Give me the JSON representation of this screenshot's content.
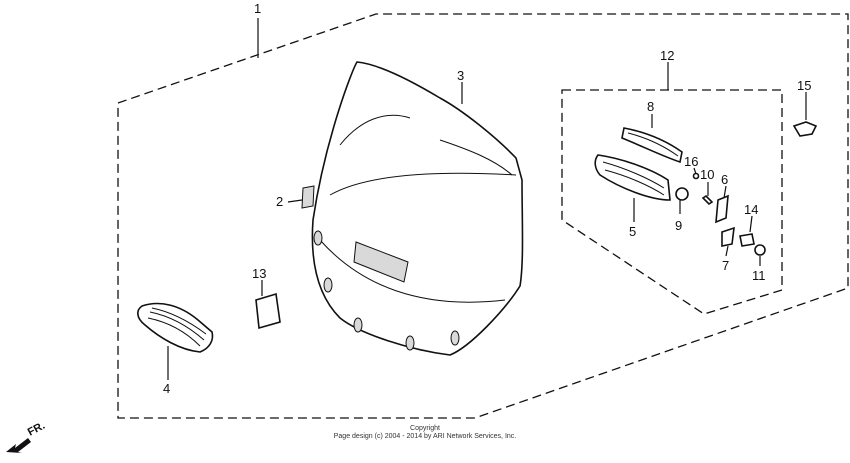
{
  "callouts": {
    "c1": "1",
    "c2": "2",
    "c3": "3",
    "c4": "4",
    "c5": "5",
    "c6": "6",
    "c7": "7",
    "c8": "8",
    "c9": "9",
    "c10": "10",
    "c11": "11",
    "c12": "12",
    "c13": "13",
    "c14": "14",
    "c15": "15",
    "c16": "16"
  },
  "copyright": {
    "line1": "Copyright",
    "line2": "Page design (c) 2004 - 2014 by ARI Network Services, Inc."
  },
  "front_marker": {
    "label": "FR."
  },
  "colors": {
    "ink": "#111111",
    "paper": "#ffffff",
    "tint": "#d9d9d9"
  }
}
